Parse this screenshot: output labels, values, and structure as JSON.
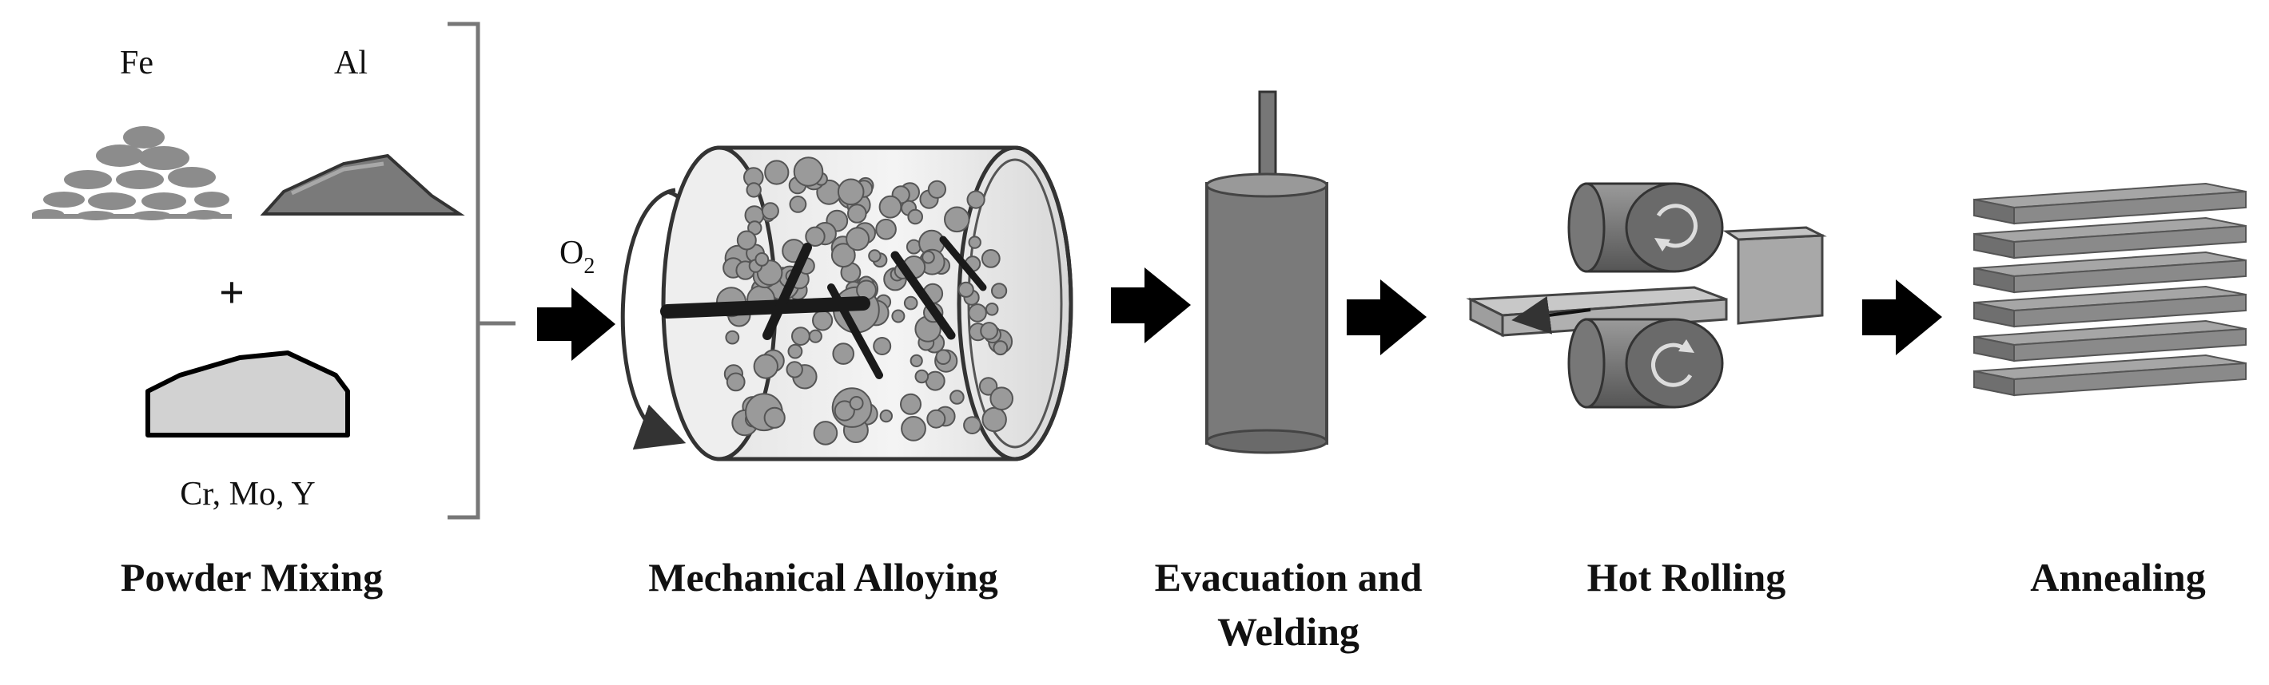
{
  "powder_mixing": {
    "fe_label": "Fe",
    "al_label": "Al",
    "plus_sign": "+",
    "additives_label": "Cr, Mo, Y"
  },
  "mechanical_alloying": {
    "gas_symbol": "O",
    "gas_subscript": "2"
  },
  "stages": {
    "powder_mixing": "Powder Mixing",
    "mechanical_alloying": "Mechanical Alloying",
    "evacuation_line1": "Evacuation and",
    "evacuation_line2": "Welding",
    "hot_rolling": "Hot Rolling",
    "annealing": "Annealing"
  },
  "colors": {
    "arrow": "#000000",
    "steel_dark": "#6e6e6e",
    "steel_mid": "#8f8f8f",
    "steel_light": "#b5b5b5"
  }
}
